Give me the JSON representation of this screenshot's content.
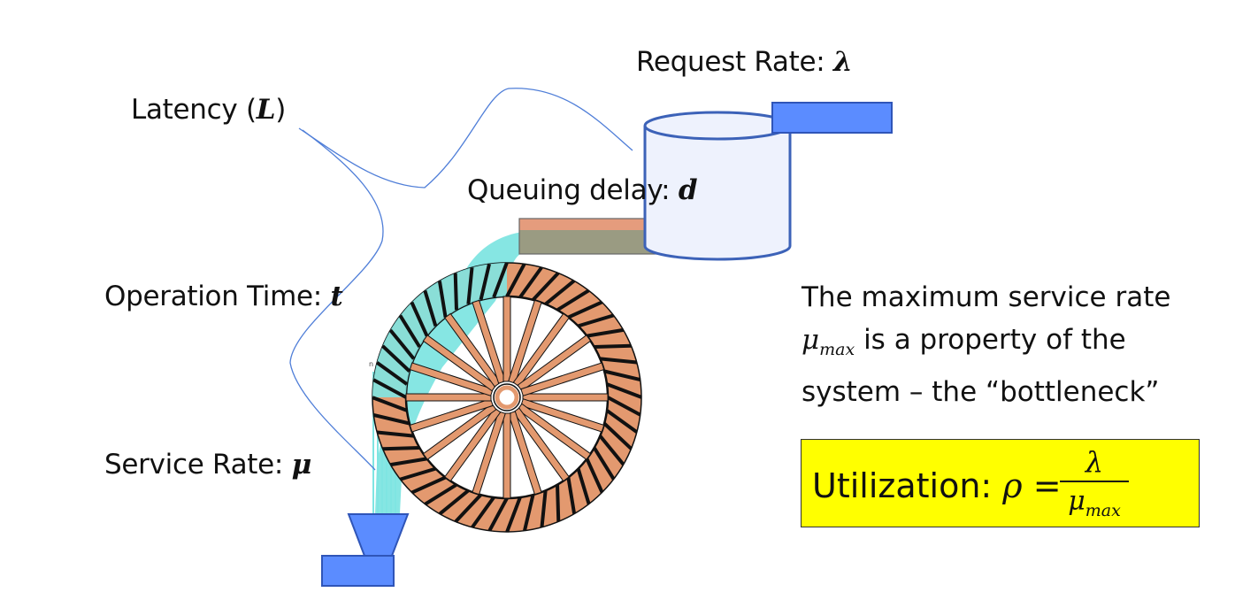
{
  "labels": {
    "request_rate_text": "Request Rate: ",
    "request_rate_symbol": "λ",
    "latency_text": "Latency (",
    "latency_symbol": "L",
    "latency_close": ")",
    "queuing_delay_text": "Queuing delay: ",
    "queuing_delay_symbol": "d",
    "operation_time_text": "Operation Time: ",
    "operation_time_symbol": "t",
    "service_rate_text": "Service Rate: ",
    "service_rate_symbol": "μ"
  },
  "description": {
    "line1": "The maximum service rate",
    "mu_symbol": "μ",
    "mu_subscript": "max",
    "line2_rest": " is a property of the",
    "line3": "system – the “bottleneck”"
  },
  "utilization": {
    "label": "Utilization: ",
    "rho": "ρ",
    "equals": " =",
    "numerator": "λ",
    "denominator_symbol": "μ",
    "denominator_subscript": "max"
  },
  "colors": {
    "wheel_orange": "#e3996f",
    "paddle_black": "#111111",
    "water_cyan": "#7fe5e2",
    "box_blue": "#5b8cff",
    "box_border": "#2f55b8",
    "tank_fill": "#eef2fd",
    "tank_border": "#3c62b8",
    "trough_top": "#e59c7d",
    "trough_bottom": "#9a9b82",
    "connector_line": "#4f7ed8",
    "highlight": "#ffff00"
  }
}
